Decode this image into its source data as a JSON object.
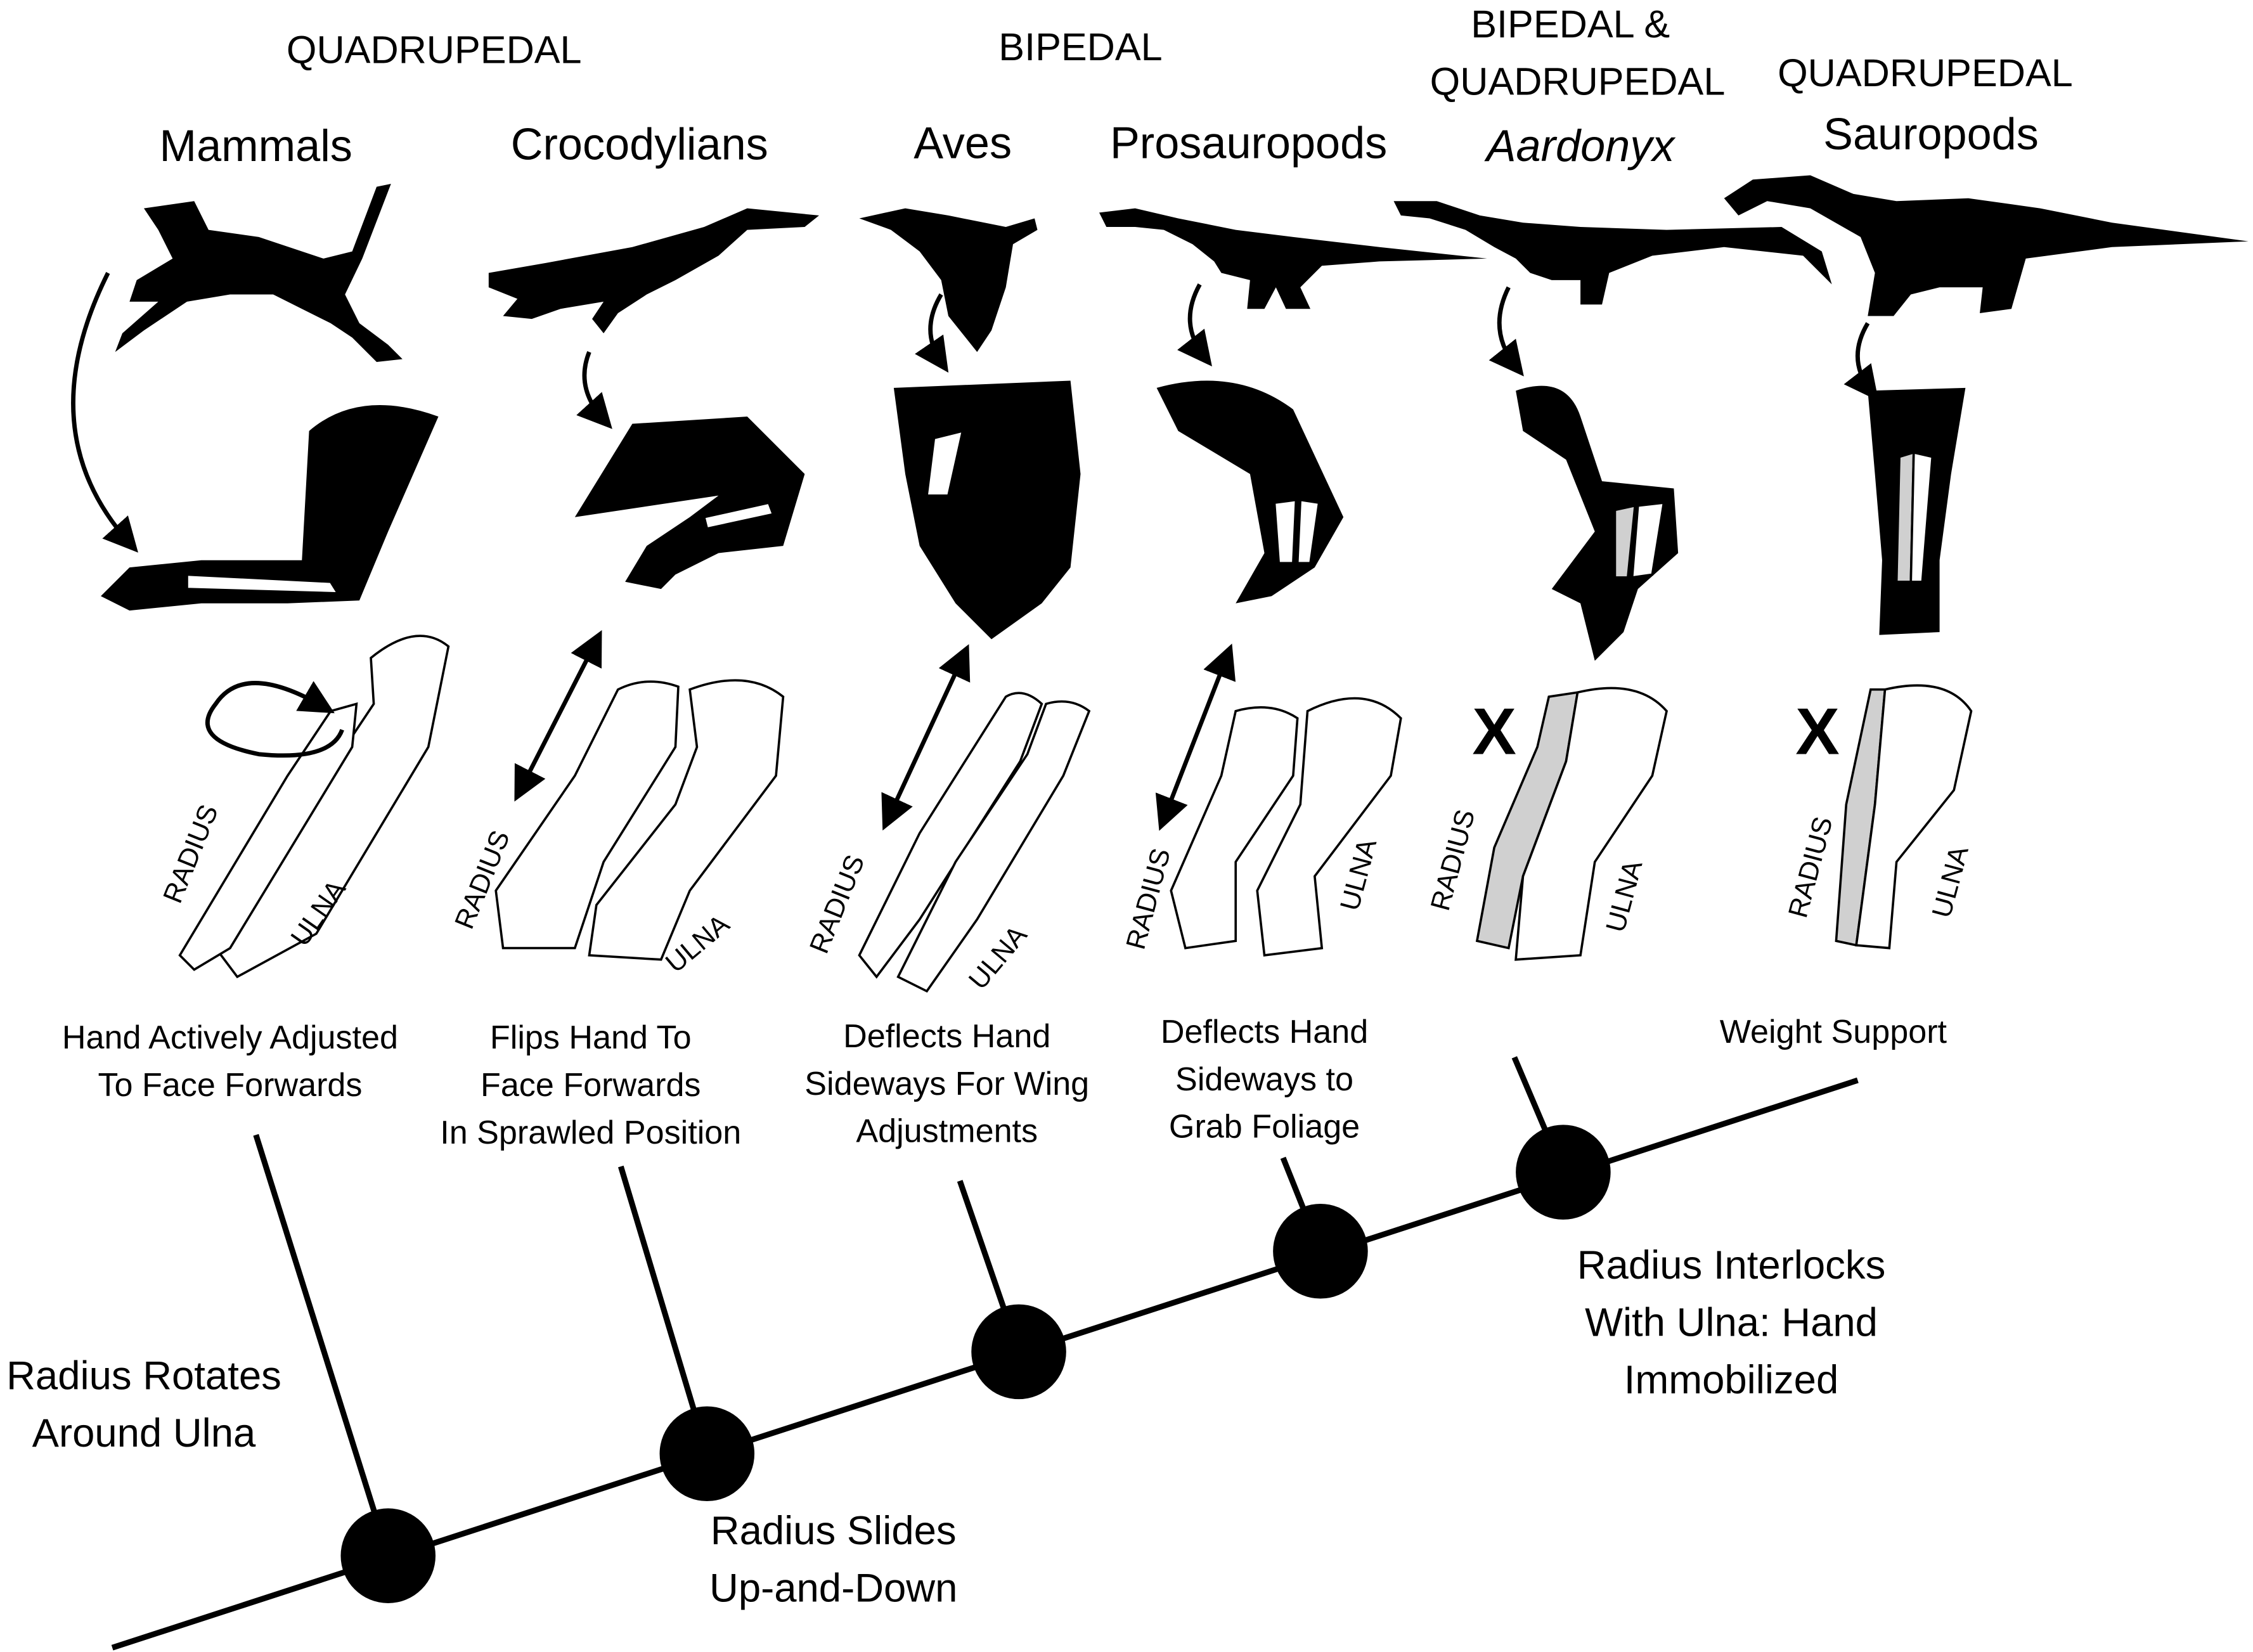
{
  "headers": {
    "quadrupedal_left": "QUADRUPEDAL",
    "bipedal": "BIPEDAL",
    "bipedal_quadrupedal_line1": "BIPEDAL &",
    "bipedal_quadrupedal_line2": "QUADRUPEDAL",
    "quadrupedal_right": "QUADRUPEDAL"
  },
  "taxa": [
    "Mammals",
    "Crocodylians",
    "Aves",
    "Prosauropods",
    "Aardonyx",
    "Sauropods"
  ],
  "bone_labels": {
    "radius": "RADIUS",
    "ulna": "ULNA"
  },
  "x_mark": "X",
  "captions": {
    "mammals": [
      "Hand Actively Adjusted",
      "To Face Forwards"
    ],
    "crocodylians": [
      "Flips Hand To",
      "Face Forwards",
      "In Sprawled Position"
    ],
    "aves": [
      "Deflects Hand",
      "Sideways For Wing",
      "Adjustments"
    ],
    "prosauropods": [
      "Deflects Hand",
      "Sideways to",
      "Grab Foliage"
    ],
    "sauropods": [
      "Weight Support"
    ]
  },
  "node_labels": {
    "rotates": [
      "Radius Rotates",
      "Around Ulna"
    ],
    "slides": [
      "Radius Slides",
      "Up-and-Down"
    ],
    "interlocks": [
      "Radius Interlocks",
      "With Ulna: Hand",
      "Immobilized"
    ]
  }
}
